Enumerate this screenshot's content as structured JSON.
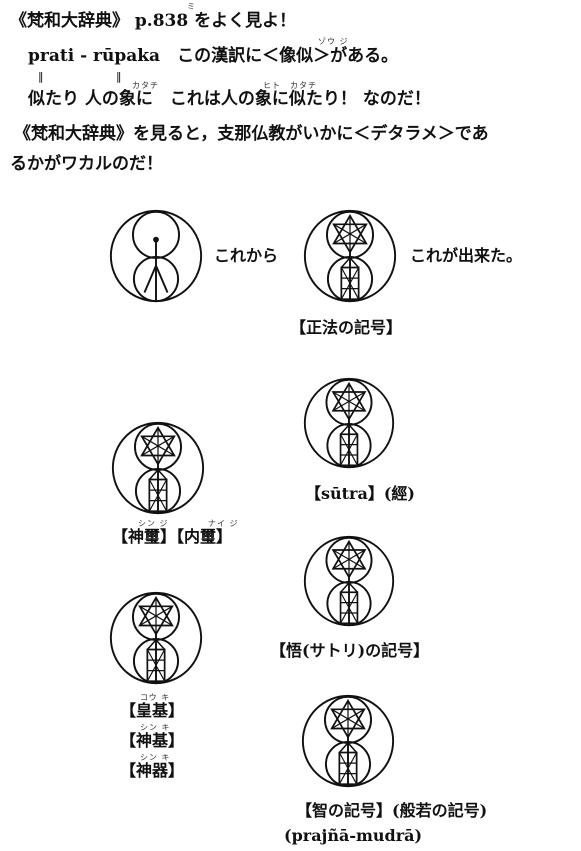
{
  "text": {
    "line1": "《梵和大辞典》 p.838 をよく見よ！",
    "line1_ruby": "ミ",
    "line2": "prati - rūpaka　この漢訳に＜像似＞がある。",
    "line2_ruby": "ゾウ ジ",
    "line3": "似たり 人の象に　これは人の象に似たり！ なのだ！",
    "line3_ruby_1": "カタチ",
    "line3_ruby_hito": "ヒト",
    "line3_ruby_2": "カタチ",
    "eq_mark": "‖",
    "line4": "《梵和大辞典》を見ると，支那仏教がいかに＜デタラメ＞であ",
    "line5": "るかがワカルのだ！"
  },
  "emblems": {
    "from_label": "これから",
    "to_label": "これが出来た。",
    "shobo_caption": "【正法の記号】",
    "sutra_caption": "【sūtra】(經)",
    "shinji_caption": "【神璽】【内璽】",
    "shinji_ruby": "シン ジ",
    "naiji_ruby": "ナイ ジ",
    "satori_caption": "【悟(サトリ)の記号】",
    "kouki_caption": "【皇基】",
    "kouki_ruby": "コウ キ",
    "shinki1_caption": "【神基】",
    "shinki1_ruby": "シン キ",
    "shinki2_caption": "【神器】",
    "shinki2_ruby": "シン キ",
    "chi_caption": "【智の記号】(般若の記号)",
    "chi_sub": "(prajñā-mudrā)"
  }
}
